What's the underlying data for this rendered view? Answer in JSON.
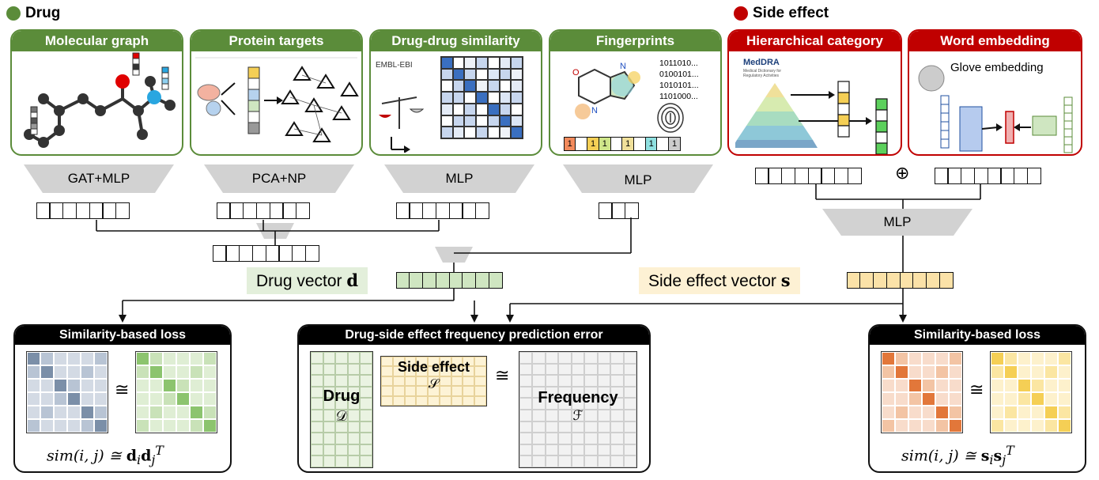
{
  "drug_section": {
    "title": "Drug",
    "color": "#5b8c3a"
  },
  "side_section": {
    "title": "Side effect",
    "color": "#c00000"
  },
  "panels": {
    "molecular_graph": "Molecular graph",
    "protein_targets": "Protein targets",
    "drug_similarity": "Drug-drug similarity",
    "fingerprints": "Fingerprints",
    "hierarchical": "Hierarchical category",
    "word_embedding": "Word embedding"
  },
  "panel_texts": {
    "embl": "EMBL-EBI",
    "bits": [
      "1011010...",
      "0100101...",
      "1010101...",
      "1101000..."
    ],
    "fp_vector": [
      "1",
      "",
      "1",
      "1",
      "",
      "1",
      "",
      "1",
      "",
      "1"
    ],
    "meddra": "MedDRA",
    "meddra_sub": "Medical Dictionary for Regulatory Activities",
    "glove": "Glove embedding"
  },
  "encoders": {
    "gat": "GAT+MLP",
    "pca": "PCA+NP",
    "mlp1": "MLP",
    "mlp2": "MLP",
    "mlp_side": "MLP"
  },
  "oplus": "⊕",
  "drug_vector": {
    "label": "Drug vector",
    "symbol": "d"
  },
  "side_vector": {
    "label": "Side effect vector",
    "symbol": "s"
  },
  "losses": {
    "left_title": "Similarity-based loss",
    "center_title": "Drug-side effect frequency prediction error",
    "right_title": "Similarity-based loss",
    "approx": "≅",
    "drug_label": "Drug",
    "drug_sym": "𝒟",
    "side_label": "Side effect",
    "side_sym": "𝒮",
    "freq_label": "Frequency",
    "freq_sym": "ℱ",
    "left_formula": "sim(i, j) ≅ ",
    "left_formula_vec": "d",
    "right_formula": "sim(i, j) ≅ ",
    "right_formula_vec": "s"
  },
  "colors": {
    "drug_green": "#5b8c3a",
    "side_red": "#c00000",
    "drug_vec_fill": "#cfe6c1",
    "side_vec_fill": "#fbe2a8",
    "blue_matrix": "#3a6fc0",
    "grey_blue": "#7b8fa8",
    "orange": "#e2773a",
    "yellow": "#f5cf55"
  }
}
